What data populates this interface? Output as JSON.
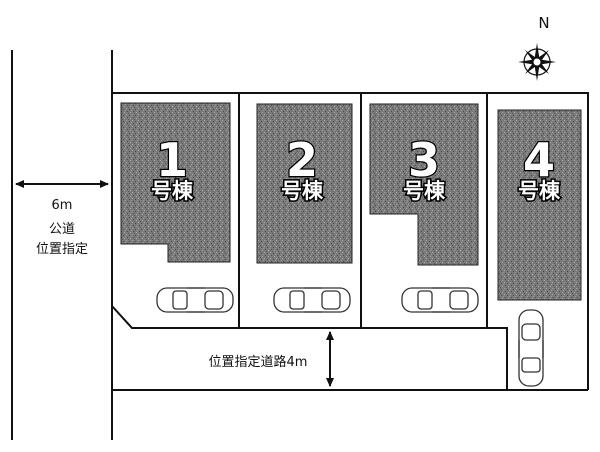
{
  "compass": {
    "label": "N"
  },
  "public_road": {
    "width": "6m",
    "line1": "公道",
    "line2": "位置指定"
  },
  "private_road": {
    "label": "位置指定道路4m"
  },
  "lots": [
    {
      "number": "1",
      "suffix": "号棟"
    },
    {
      "number": "2",
      "suffix": "号棟"
    },
    {
      "number": "3",
      "suffix": "号棟"
    },
    {
      "number": "4",
      "suffix": "号棟"
    }
  ],
  "colors": {
    "building": "#7d7d7d",
    "line": "#111111",
    "background": "#ffffff"
  }
}
